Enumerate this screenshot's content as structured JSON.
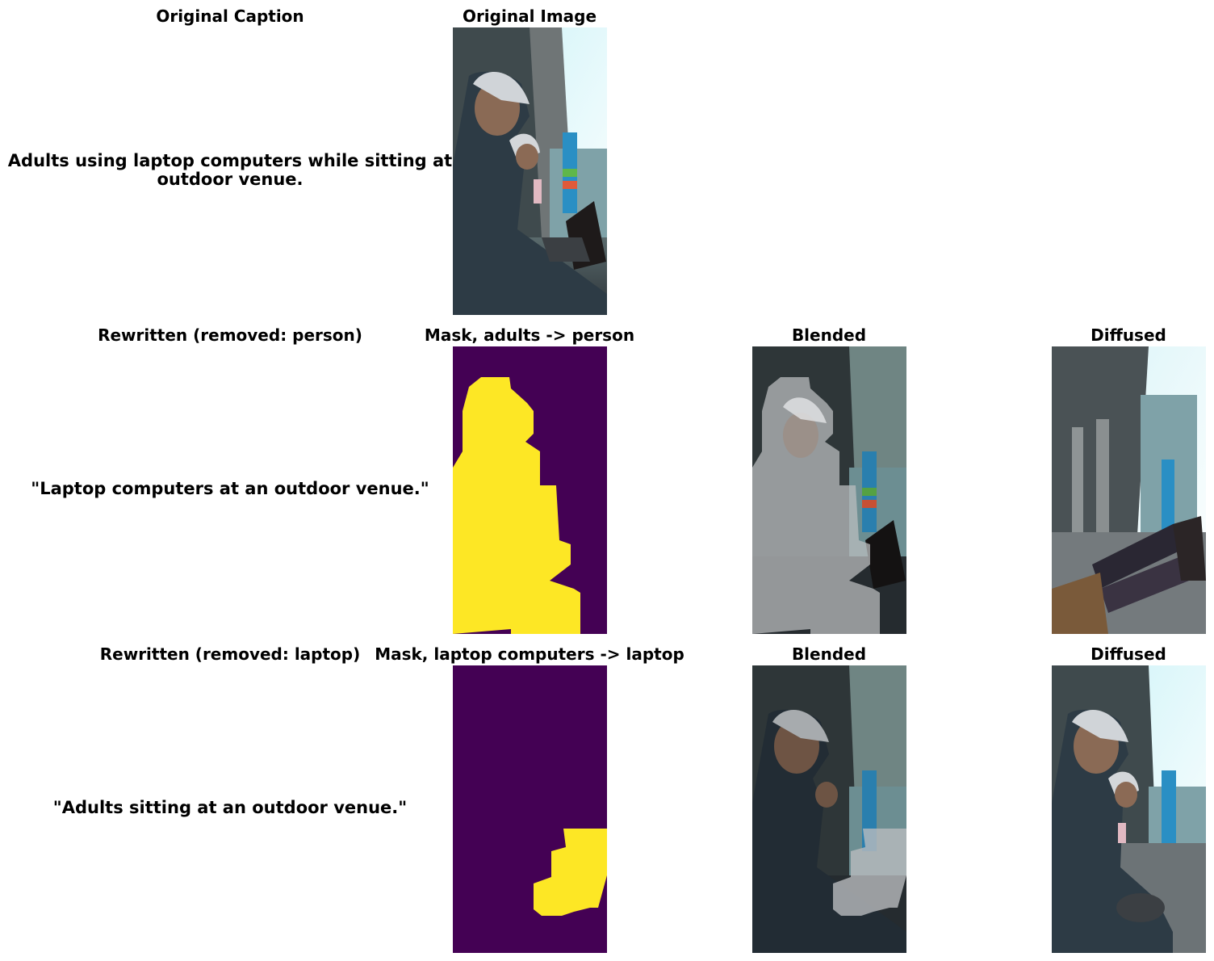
{
  "rows": [
    {
      "caption_title": "Original Caption",
      "caption_text": "Adults using laptop computers while sitting at outdoor venue.",
      "image_title": "Original Image"
    },
    {
      "caption_title": "Rewritten (removed: person)",
      "caption_text": "\"Laptop computers at an outdoor venue.\"",
      "mask_title": "Mask, adults -> person",
      "blended_title": "Blended",
      "diffused_title": "Diffused"
    },
    {
      "caption_title": "Rewritten (removed: laptop)",
      "caption_text": "\"Adults sitting at an outdoor venue.\"",
      "mask_title": "Mask, laptop computers -> laptop",
      "blended_title": "Blended",
      "diffused_title": "Diffused"
    }
  ],
  "colors": {
    "mask_background": "#440154",
    "mask_foreground": "#fde725"
  }
}
